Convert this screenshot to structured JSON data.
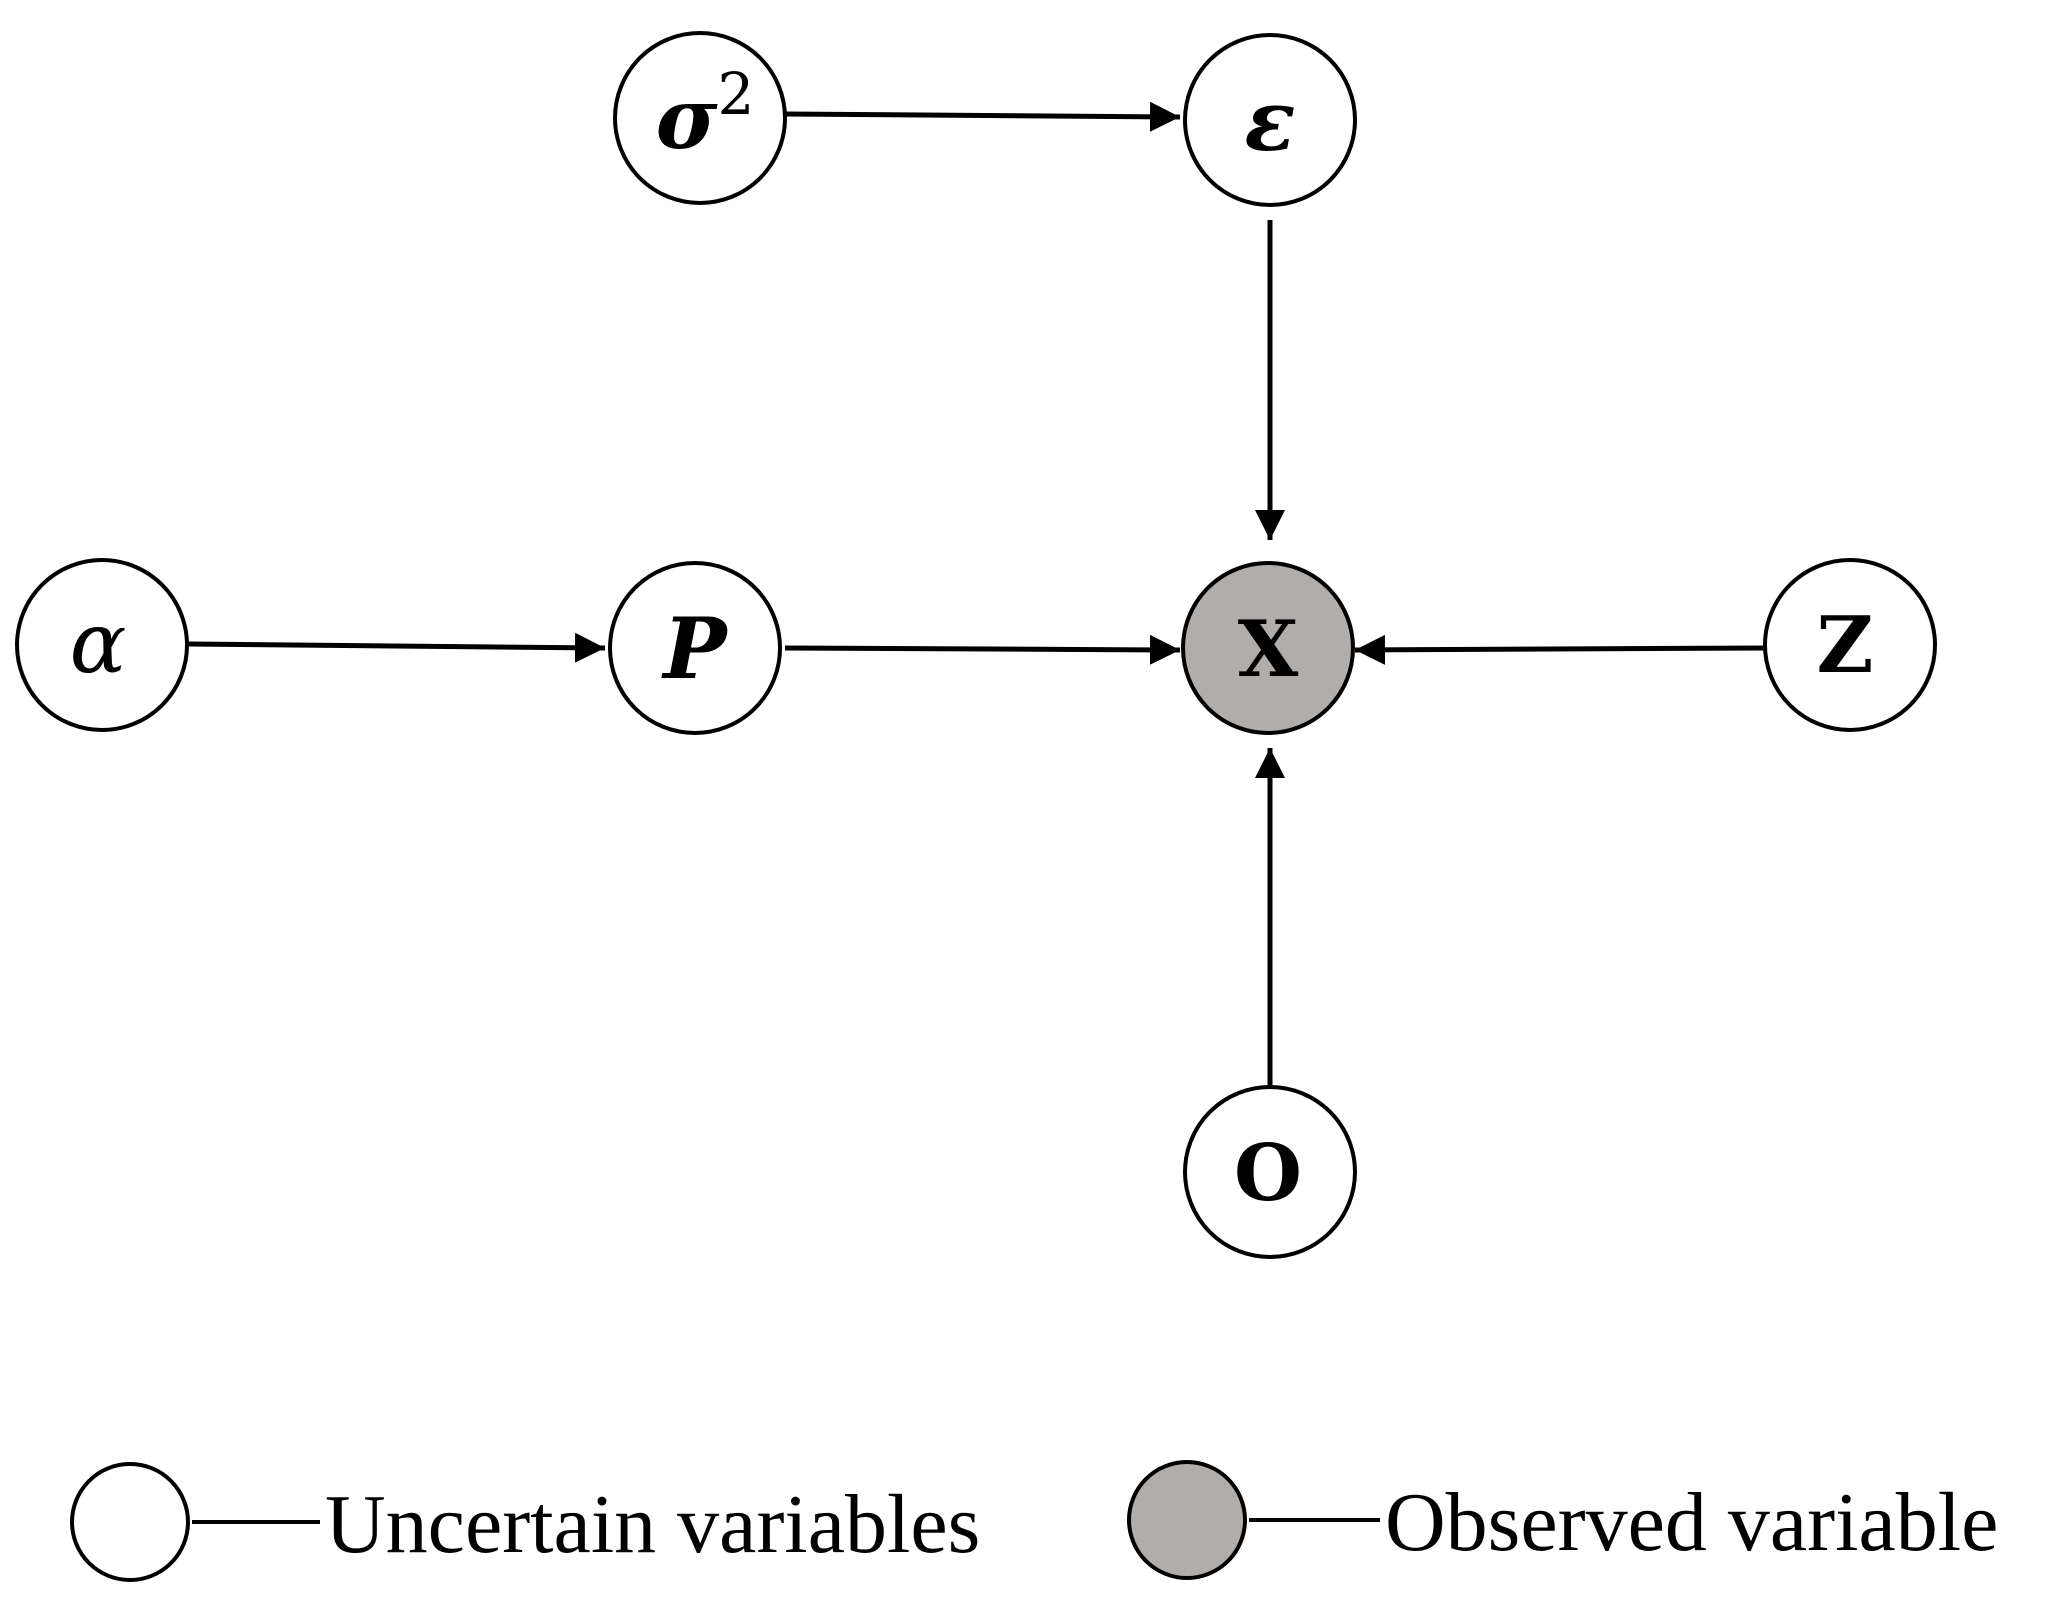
{
  "colors": {
    "uncertain_fill": "#ffffff",
    "observed_fill": "#b1adaa",
    "stroke": "#000000"
  },
  "nodes": {
    "sigma2": {
      "base": "σ",
      "sup": "2",
      "kind": "uncertain"
    },
    "epsilon": {
      "label": "ε",
      "kind": "uncertain"
    },
    "alpha": {
      "label": "α",
      "kind": "uncertain"
    },
    "p": {
      "label": "P",
      "kind": "uncertain"
    },
    "x": {
      "label": "X",
      "kind": "observed"
    },
    "z": {
      "label": "Z",
      "kind": "uncertain"
    },
    "o": {
      "label": "O",
      "kind": "uncertain"
    }
  },
  "edges": [
    {
      "from": "sigma2",
      "to": "epsilon"
    },
    {
      "from": "epsilon",
      "to": "x"
    },
    {
      "from": "alpha",
      "to": "p"
    },
    {
      "from": "p",
      "to": "x"
    },
    {
      "from": "z",
      "to": "x"
    },
    {
      "from": "o",
      "to": "x"
    }
  ],
  "legend": {
    "uncertain_label": "Uncertain variables",
    "observed_label": "Observed variable"
  }
}
